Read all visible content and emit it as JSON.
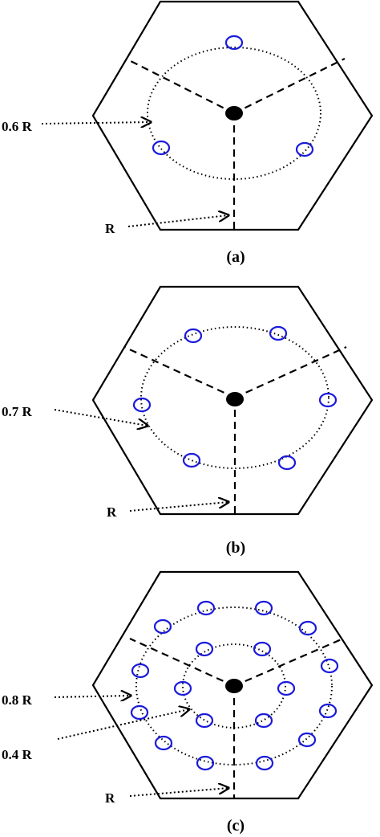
{
  "panels": [
    {
      "id": "a",
      "caption": "(a)",
      "ring_labels": [
        "0.6 R"
      ],
      "edge_label": "R",
      "ring_radius_fractions": [
        0.6
      ],
      "ring_marker_counts": [
        3
      ]
    },
    {
      "id": "b",
      "caption": "(b)",
      "ring_labels": [
        "0.7 R"
      ],
      "edge_label": "R",
      "ring_radius_fractions": [
        0.7
      ],
      "ring_marker_counts": [
        6
      ]
    },
    {
      "id": "c",
      "caption": "(c)",
      "ring_labels": [
        "0.8 R",
        "0.4 R"
      ],
      "edge_label": "R",
      "ring_radius_fractions": [
        0.8,
        0.4
      ],
      "ring_marker_counts": [
        12,
        6
      ]
    }
  ],
  "colors": {
    "hexagon": "#000000",
    "center": "#000000",
    "marker": "#1a1adb",
    "text": "#000000"
  }
}
